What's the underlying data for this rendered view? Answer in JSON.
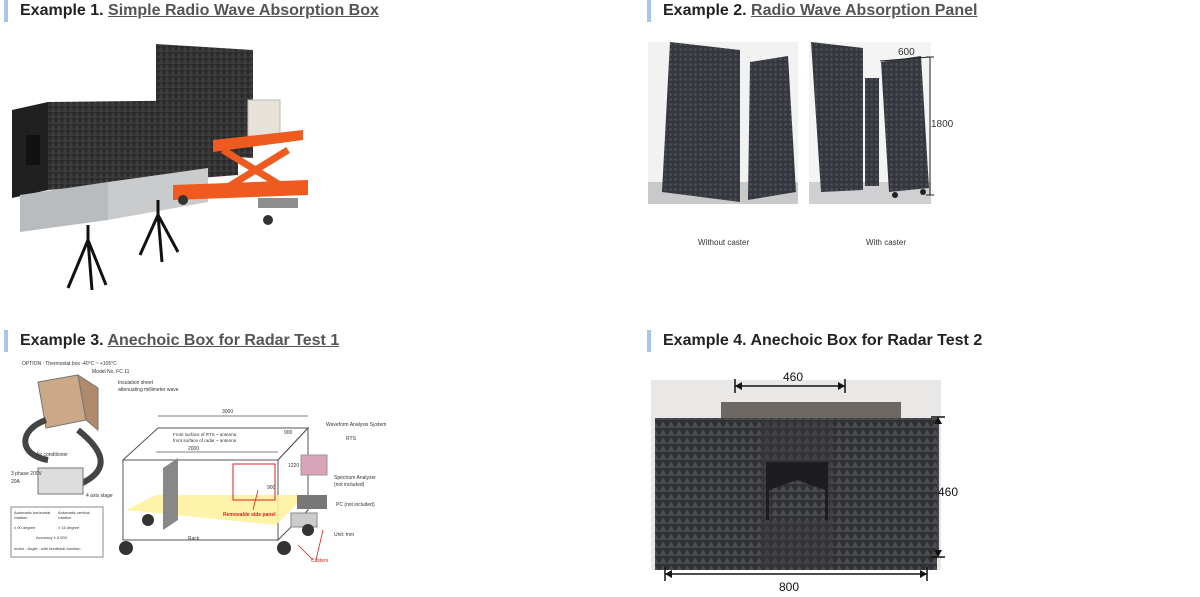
{
  "examples": [
    {
      "prefix": "Example 1. ",
      "link": "Simple Radio Wave Absorption Box"
    },
    {
      "prefix": "Example 2. ",
      "link": "Radio Wave Absorption Panel",
      "captions": {
        "without": "Without caster",
        "with": "With caster"
      },
      "dims": {
        "width": "600",
        "height": "1800"
      }
    },
    {
      "prefix": "Example 3. ",
      "link": "Anechoic Box for Radar Test 1",
      "labels": {
        "option": "OPTION : Thermostat box -40°C ~ +105°C",
        "model": "Model No. FC 11",
        "insulation": "Insulation sheet",
        "attenuating": "attenuating millimeter wave",
        "aircon": "Air conditioner",
        "power1": "3 phase 200V",
        "power2": "20A",
        "waveform": "Waveform Analysis System",
        "rts": "RTS",
        "spectrum": "Spectrum Analyzer",
        "spectrum_note": "(not included)",
        "pc": "PC (not included)",
        "stage": "4 axis stage",
        "rack": "Rack",
        "removable": "Removable side panel",
        "unit": "Unit: mm",
        "casters": "Casters",
        "dim_3000": "3000",
        "dim_2000": "2000",
        "dim_900": "900",
        "dim_900b": "900",
        "dim_1220": "1220",
        "face_note": "Front surface of RTS ~ antenna",
        "face_note2": "front surface of radar ~ antenna",
        "box1": "Automatic horizontal rotation",
        "box2": "± 90 degree",
        "box3": "Automatic vertical rotation",
        "box4": "± 15 degree",
        "box5": "Accuracy ± 0.003",
        "box6": "motor : Angle : with feedback function"
      }
    },
    {
      "prefix": "Example 4. Anechoic Box for Radar Test 2",
      "link": "",
      "dims": {
        "top": "460",
        "right": "460",
        "bottom": "800"
      }
    }
  ]
}
